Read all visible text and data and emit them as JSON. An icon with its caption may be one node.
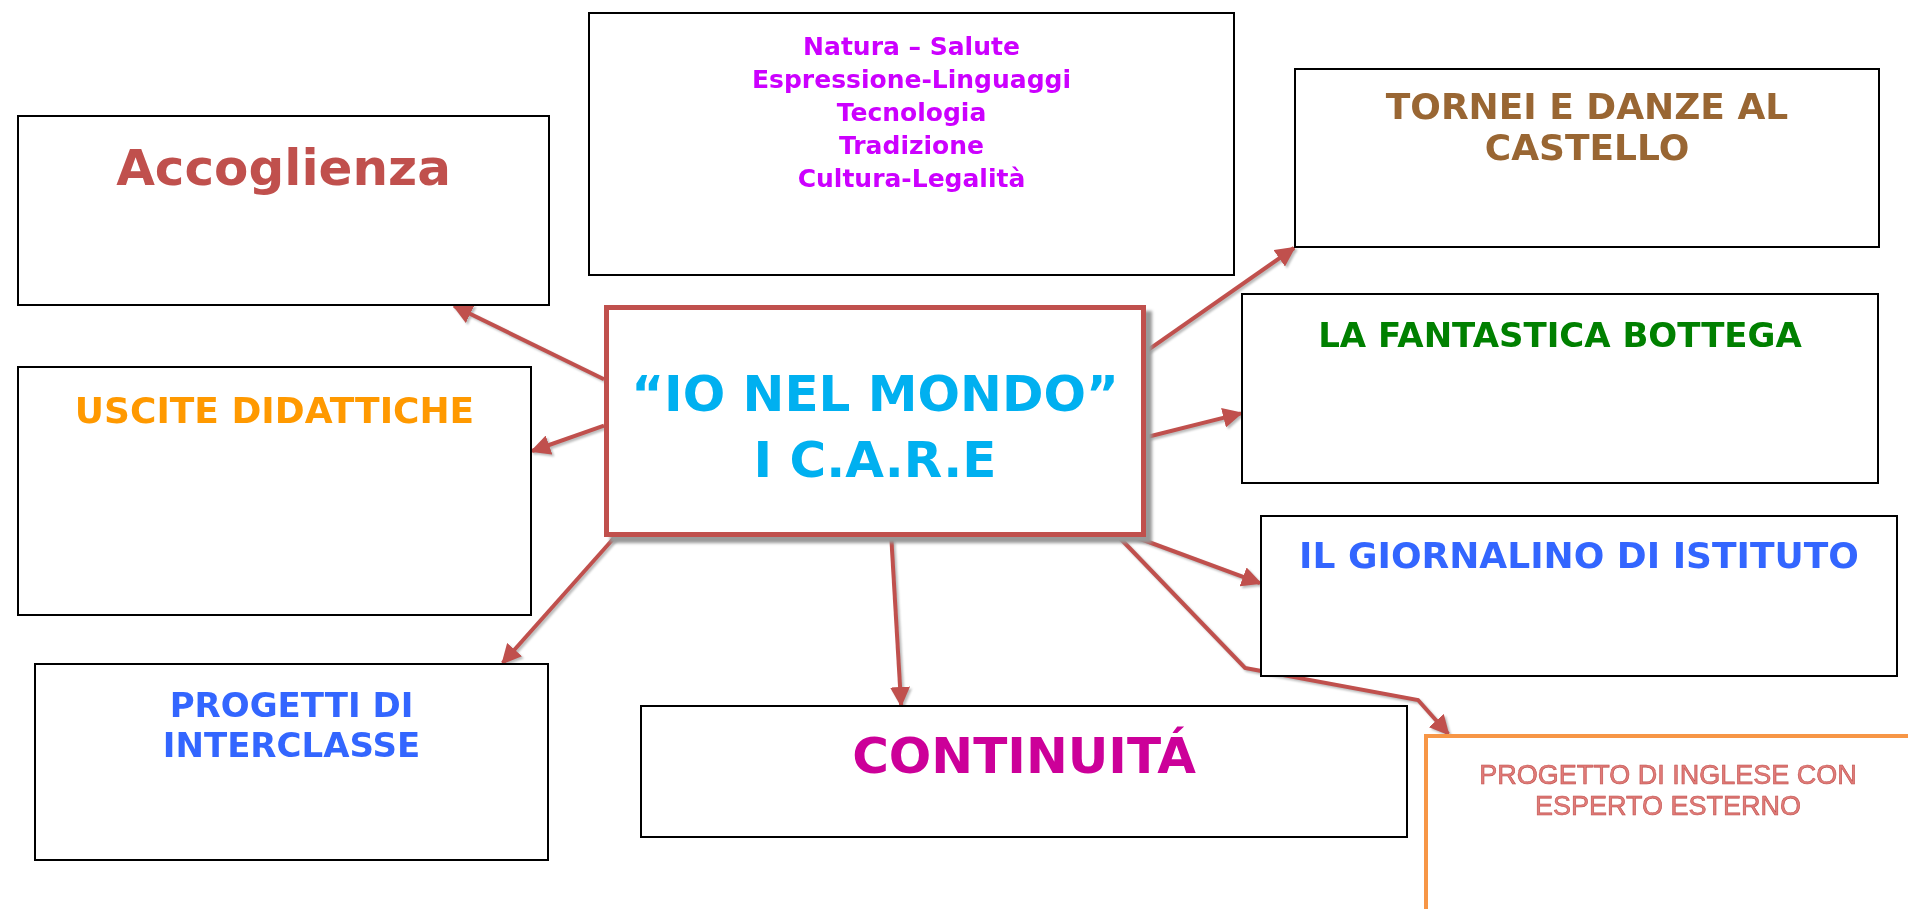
{
  "diagram": {
    "nodes": [
      {
        "text": [
          "“IO NEL MONDO”",
          "I C.A.R.E"
        ]
      },
      {
        "text": [
          "Natura – Salute",
          "Espressione-Linguaggi",
          "Tecnologia",
          "Tradizione",
          "Cultura-Legalità"
        ]
      },
      {
        "text": [
          "Accoglienza"
        ]
      },
      {
        "text": [
          "USCITE DIDATTICHE"
        ]
      },
      {
        "text": [
          "PROGETTI DI INTERCLASSE"
        ]
      },
      {
        "text": [
          "CONTINUITÁ"
        ]
      },
      {
        "text": [
          "TORNEI E DANZE AL CASTELLO"
        ]
      },
      {
        "text": [
          "LA FANTASTICA BOTTEGA"
        ]
      },
      {
        "text": [
          "IL GIORNALINO DI ISTITUTO"
        ]
      },
      {
        "text": [
          "PROGETTO DI INGLESE CON ESPERTO ESTERNO"
        ]
      }
    ],
    "edges": [
      {
        "from": 0,
        "to": 2,
        "arrow": "to"
      },
      {
        "from": 0,
        "to": 3,
        "arrow": "to"
      },
      {
        "from": 0,
        "to": 4,
        "arrow": "to"
      },
      {
        "from": 0,
        "to": 5,
        "arrow": "to"
      },
      {
        "from": 0,
        "to": 6,
        "arrow": "to"
      },
      {
        "from": 0,
        "to": 7,
        "arrow": "to"
      },
      {
        "from": 0,
        "to": 8,
        "arrow": "to"
      },
      {
        "from": 0,
        "to": 9,
        "arrow": "to"
      }
    ]
  }
}
